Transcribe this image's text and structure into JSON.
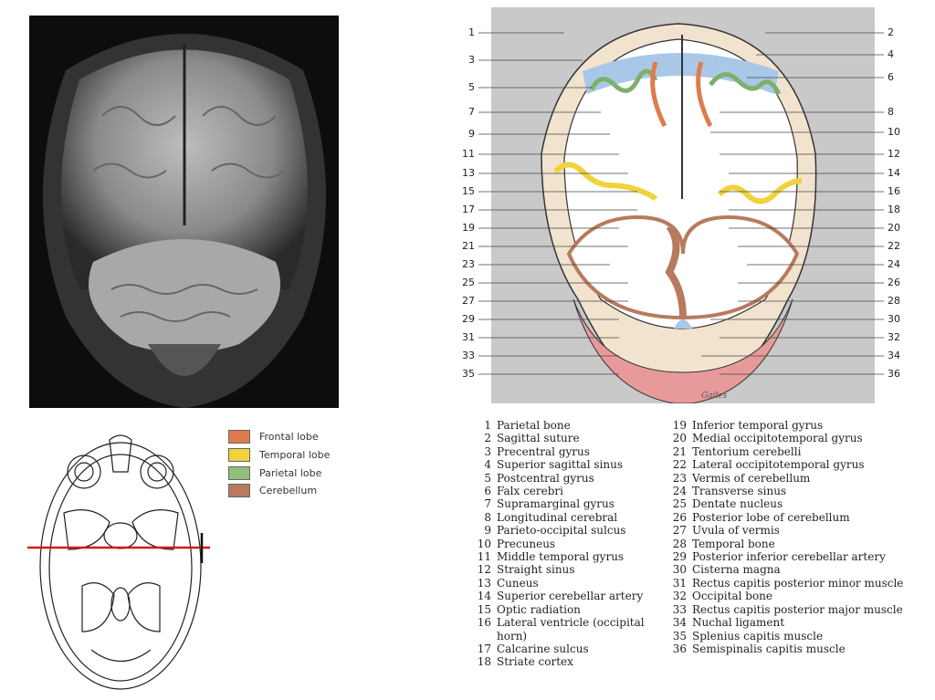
{
  "figure": {
    "left_numbers": [
      "1",
      "3",
      "5",
      "7",
      "9",
      "11",
      "13",
      "15",
      "17",
      "19",
      "21",
      "23",
      "25",
      "27",
      "29",
      "31",
      "33",
      "35"
    ],
    "right_numbers": [
      "2",
      "4",
      "6",
      "8",
      "10",
      "12",
      "14",
      "16",
      "18",
      "20",
      "22",
      "24",
      "26",
      "28",
      "30",
      "32",
      "34",
      "36"
    ],
    "signature": "Gailes"
  },
  "legend": [
    {
      "label": "Frontal lobe",
      "color": "#e07a4f"
    },
    {
      "label": "Temporal lobe",
      "color": "#f1d23b"
    },
    {
      "label": "Parietal lobe",
      "color": "#8fbf7a"
    },
    {
      "label": "Cerebellum",
      "color": "#b87a5e"
    }
  ],
  "key_left": [
    {
      "n": "1",
      "t": "Parietal bone"
    },
    {
      "n": "2",
      "t": "Sagittal suture"
    },
    {
      "n": "3",
      "t": "Precentral gyrus"
    },
    {
      "n": "4",
      "t": "Superior sagittal sinus"
    },
    {
      "n": "5",
      "t": "Postcentral gyrus"
    },
    {
      "n": "6",
      "t": "Falx cerebri"
    },
    {
      "n": "7",
      "t": "Supramarginal gyrus"
    },
    {
      "n": "8",
      "t": "Longitudinal cerebral"
    },
    {
      "n": "9",
      "t": "Parieto-occipital sulcus"
    },
    {
      "n": "10",
      "t": "Precuneus"
    },
    {
      "n": "11",
      "t": "Middle temporal gyrus"
    },
    {
      "n": "12",
      "t": "Straight sinus"
    },
    {
      "n": "13",
      "t": "Cuneus"
    },
    {
      "n": "14",
      "t": "Superior cerebellar artery"
    },
    {
      "n": "15",
      "t": "Optic radiation"
    },
    {
      "n": "16",
      "t": "Lateral ventricle (occipital",
      "cont": "horn)"
    },
    {
      "n": "17",
      "t": "Calcarine sulcus"
    },
    {
      "n": "18",
      "t": "Striate cortex"
    }
  ],
  "key_right": [
    {
      "n": "19",
      "t": "Inferior temporal gyrus"
    },
    {
      "n": "20",
      "t": "Medial occipitotemporal gyrus"
    },
    {
      "n": "21",
      "t": "Tentorium cerebelli"
    },
    {
      "n": "22",
      "t": "Lateral occipitotemporal gyrus"
    },
    {
      "n": "23",
      "t": "Vermis of cerebellum"
    },
    {
      "n": "24",
      "t": "Transverse sinus"
    },
    {
      "n": "25",
      "t": "Dentate nucleus"
    },
    {
      "n": "26",
      "t": "Posterior lobe of cerebellum"
    },
    {
      "n": "27",
      "t": "Uvula of vermis"
    },
    {
      "n": "28",
      "t": "Temporal bone"
    },
    {
      "n": "29",
      "t": "Posterior inferior cerebellar artery"
    },
    {
      "n": "30",
      "t": "Cisterna magna"
    },
    {
      "n": "31",
      "t": "Rectus capitis posterior minor muscle"
    },
    {
      "n": "32",
      "t": "Occipital bone"
    },
    {
      "n": "33",
      "t": "Rectus capitis posterior major muscle"
    },
    {
      "n": "34",
      "t": "Nuchal ligament"
    },
    {
      "n": "35",
      "t": "Splenius capitis muscle"
    },
    {
      "n": "36",
      "t": "Semispinalis capitis muscle"
    }
  ]
}
